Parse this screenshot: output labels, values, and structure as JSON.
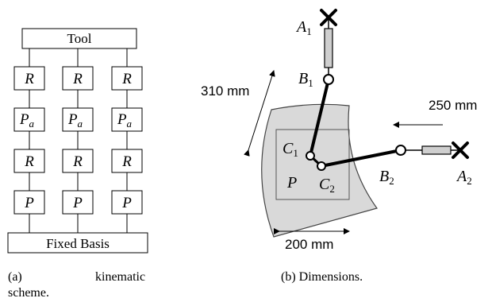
{
  "left": {
    "tool_label": "Tool",
    "fixed_label": "Fixed Basis",
    "joint_rows": [
      {
        "symbol": "R",
        "sub": ""
      },
      {
        "symbol": "P",
        "sub": "a"
      },
      {
        "symbol": "R",
        "sub": ""
      },
      {
        "symbol": "P",
        "sub": ""
      }
    ],
    "caption_line1": "(a)",
    "caption_line1_right": "kinematic",
    "caption_line2": "scheme."
  },
  "right": {
    "labels": {
      "a1": "A",
      "a1_sub": "1",
      "b1": "B",
      "b1_sub": "1",
      "c1": "C",
      "c1_sub": "1",
      "c2": "C",
      "c2_sub": "2",
      "p": "P",
      "b2": "B",
      "b2_sub": "2",
      "a2": "A",
      "a2_sub": "2"
    },
    "dims": {
      "d310": "310 mm",
      "d250": "250 mm",
      "d200": "200 mm"
    },
    "colors": {
      "plate_fill": "#d9d9d9",
      "link": "#000000",
      "slider_fill": "#cfcfcf"
    },
    "caption": "(b) Dimensions."
  }
}
